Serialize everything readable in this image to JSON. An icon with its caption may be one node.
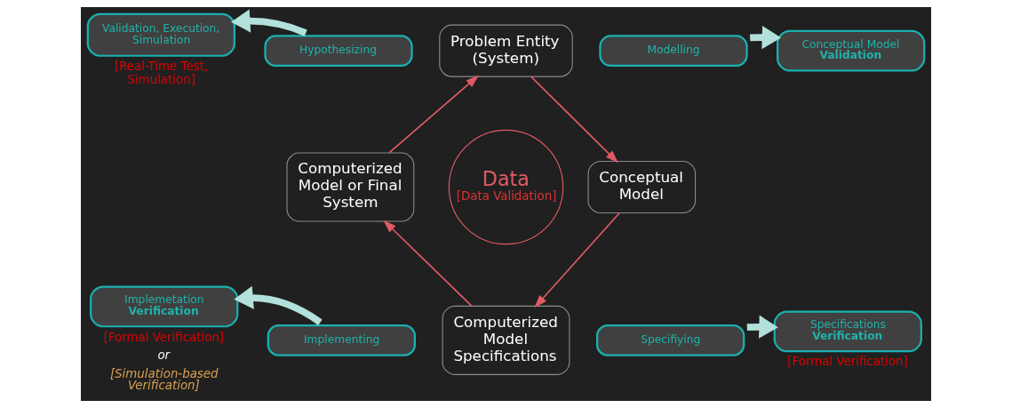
{
  "diagram": {
    "nodes": [
      {
        "text": [
          "Validation, Execution, Simulation"
        ],
        "beside": [
          "[Real-Time Test, Simulation]"
        ]
      },
      {
        "text": [
          "Hypothesizing"
        ]
      },
      {
        "text": [
          "Problem Entity (System)"
        ]
      },
      {
        "text": [
          "Modelling"
        ]
      },
      {
        "text": [
          "Conceptual Model",
          "Validation"
        ]
      },
      {
        "text": [
          "Computerized Model or Final System"
        ]
      },
      {
        "text": [
          "Data",
          "[Data Validation]"
        ]
      },
      {
        "text": [
          "Conceptual Model"
        ]
      },
      {
        "text": [
          "Implemetation",
          "Verification"
        ],
        "beside": [
          "[Formal Verification]",
          "or",
          "[Simulation-based Verification]"
        ]
      },
      {
        "text": [
          "Implementing"
        ]
      },
      {
        "text": [
          "Computerized Model Specifications"
        ]
      },
      {
        "text": [
          "Specifiying"
        ]
      },
      {
        "text": [
          "Specifications",
          "Verification"
        ],
        "beside": [
          "[Formal Verification]"
        ]
      }
    ],
    "edges": [
      {
        "from": 1,
        "to": 0,
        "arrow": "to",
        "style": "thick",
        "color": "#b2e0da"
      },
      {
        "from": 3,
        "to": 4,
        "arrow": "to",
        "style": "thick",
        "color": "#b2e0da"
      },
      {
        "from": 2,
        "to": 7,
        "arrow": "to",
        "color": "#e05a66"
      },
      {
        "from": 7,
        "to": 10,
        "arrow": "to",
        "color": "#e05a66"
      },
      {
        "from": 10,
        "to": 5,
        "arrow": "to",
        "color": "#e05a66"
      },
      {
        "from": 5,
        "to": 2,
        "arrow": "to",
        "color": "#e05a66"
      },
      {
        "from": 9,
        "to": 8,
        "arrow": "to",
        "style": "thick",
        "color": "#b2e0da"
      },
      {
        "from": 11,
        "to": 12,
        "arrow": "to",
        "style": "thick",
        "color": "#b2e0da"
      }
    ]
  }
}
